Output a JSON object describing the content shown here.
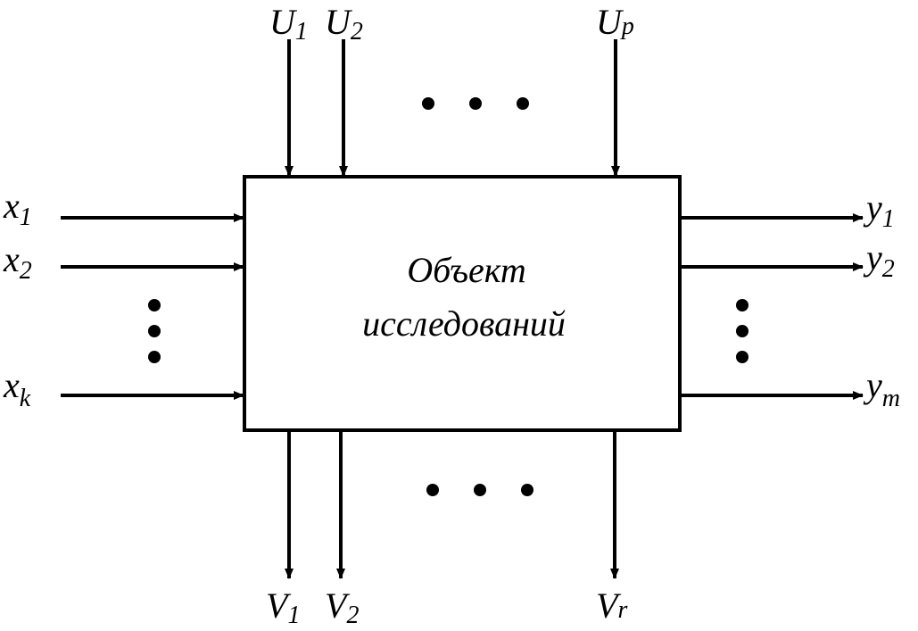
{
  "diagram": {
    "object_label_line1": "Объект",
    "object_label_line2": "исследований",
    "inputs_x": [
      {
        "base": "x",
        "sub": "1"
      },
      {
        "base": "x",
        "sub": "2"
      },
      {
        "base": "x",
        "sub": "k"
      }
    ],
    "outputs_y": [
      {
        "base": "y",
        "sub": "1"
      },
      {
        "base": "y",
        "sub": "2"
      },
      {
        "base": "y",
        "sub": "m"
      }
    ],
    "controls_u": [
      {
        "base": "U",
        "sub": "1"
      },
      {
        "base": "U",
        "sub": "2"
      },
      {
        "base": "U",
        "sub": "p"
      }
    ],
    "disturbances_v": [
      {
        "base": "V",
        "sub": "1"
      },
      {
        "base": "V",
        "sub": "2"
      },
      {
        "base": "V",
        "sub": "r"
      }
    ]
  }
}
